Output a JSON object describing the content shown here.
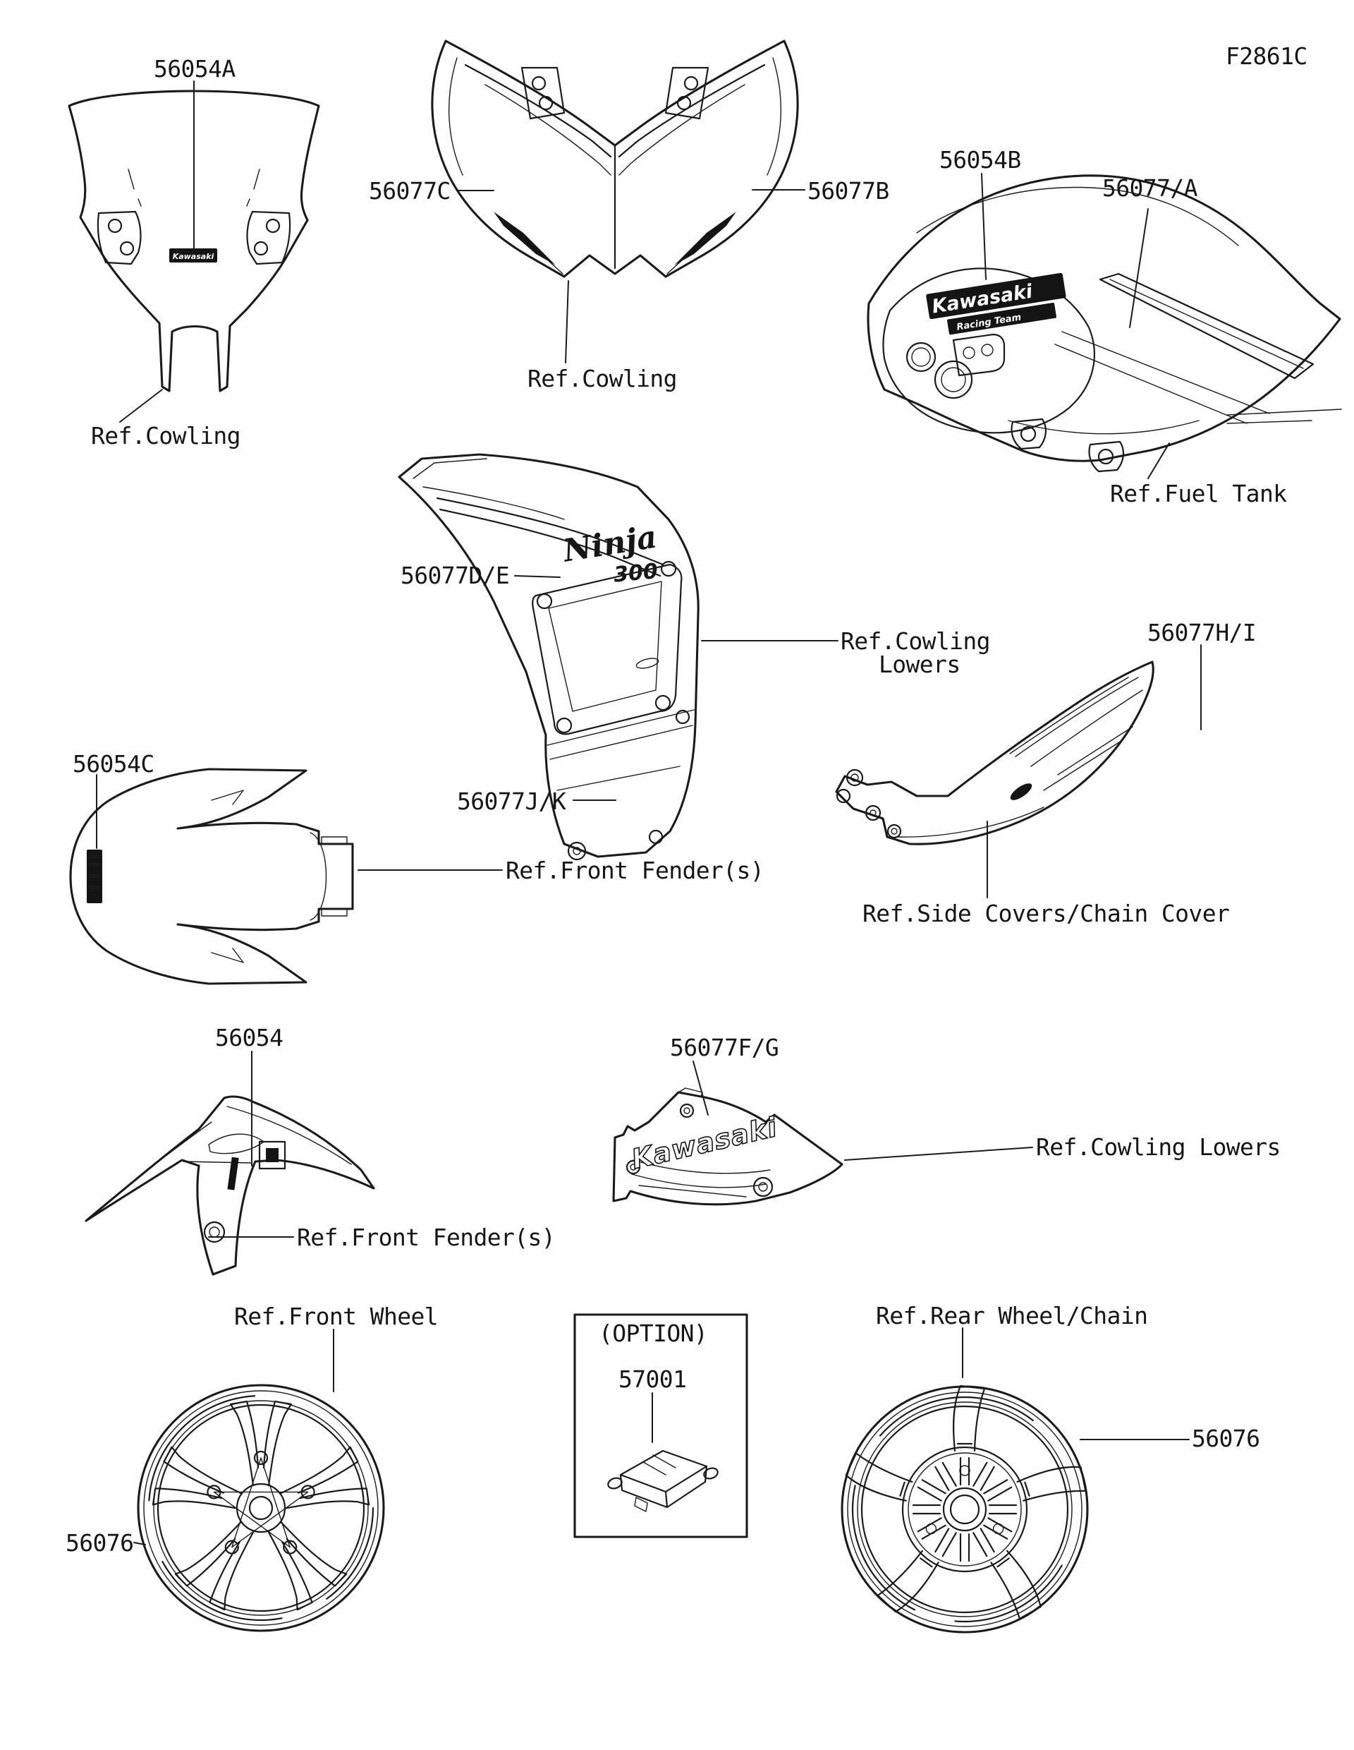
{
  "diagram": {
    "code": "F2861C"
  },
  "callouts": {
    "windshield": {
      "part": "56054A",
      "ref": "Ref.Cowling",
      "sticker": "Kawasaki"
    },
    "front_cowling": {
      "part_left": "56077C",
      "part_right": "56077B",
      "ref": "Ref.Cowling"
    },
    "fuel_tank": {
      "emblem_part": "56054B",
      "stripe_part": "56077/A",
      "ref": "Ref.Fuel Tank",
      "logo_line1": "Kawasaki",
      "logo_line2": "Racing Team"
    },
    "side_cowling": {
      "part_upper": "56077D/E",
      "part_lower": "56077J/K",
      "ref_line1": "Ref.Cowling",
      "ref_line2": "Lowers",
      "script": "Ninja",
      "model": "300"
    },
    "side_cover": {
      "part": "56077H/I",
      "ref": "Ref.Side Covers/Chain Cover"
    },
    "rear_fender_top": {
      "part": "56054C",
      "ref": "Ref.Front Fender(s)"
    },
    "front_fender": {
      "part": "56054",
      "ref": "Ref.Front Fender(s)"
    },
    "lower_cowling": {
      "part": "56077F/G",
      "ref": "Ref.Cowling Lowers",
      "logo": "Kawasaki"
    },
    "front_wheel": {
      "ref": "Ref.Front Wheel",
      "rim_part": "56076"
    },
    "rear_wheel": {
      "ref": "Ref.Rear Wheel/Chain",
      "rim_part": "56076"
    },
    "option_box": {
      "title": "(OPTION)",
      "part": "57001"
    }
  },
  "colors": {
    "line": "#1b1b1b",
    "background": "#ffffff",
    "decal_fill": "#141414"
  }
}
